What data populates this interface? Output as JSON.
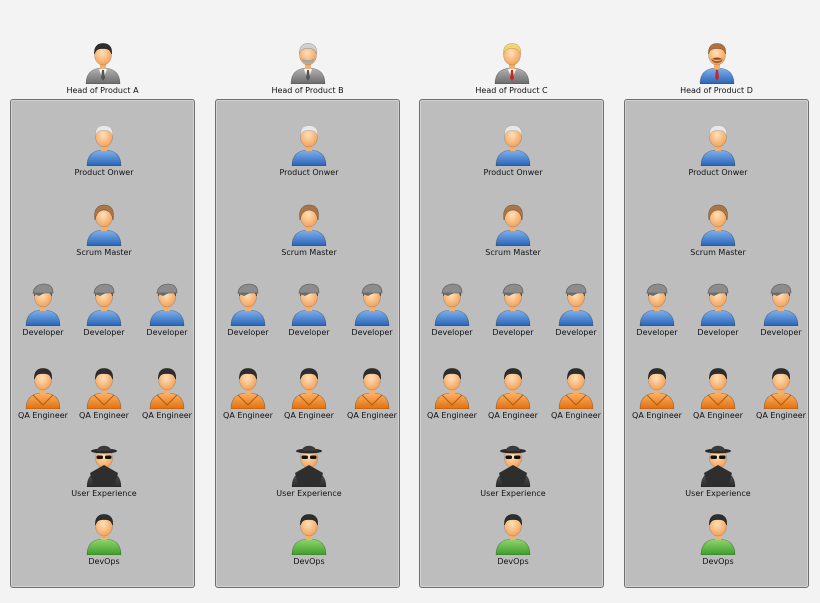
{
  "icons": {
    "head_a": "manager-black-hair-icon",
    "head_b": "manager-gray-beard-icon",
    "head_c": "manager-blond-icon",
    "head_d": "manager-mustache-icon",
    "product_owner": "white-haired-person-icon",
    "scrum_master": "brown-haired-person-icon",
    "developer": "cap-person-icon",
    "qa_engineer": "orange-hoodie-person-icon",
    "user_experience": "spy-hat-sunglasses-icon",
    "devops": "green-shirt-person-icon"
  },
  "colors": {
    "background": "#f3f3f3",
    "panel": "#bdbdbd",
    "blue_shirt": "#3d7fd0",
    "orange_hoodie": "#f2801d",
    "green_shirt": "#59b33f",
    "gray_suit": "#8a8a8a"
  },
  "teams": [
    {
      "head": "Head of Product A",
      "product_owner": "Product Onwer",
      "scrum_master": "Scrum Master",
      "developers": [
        "Developer",
        "Developer",
        "Developer"
      ],
      "qa": [
        "QA Engineer",
        "QA Engineer",
        "QA Engineer"
      ],
      "ux": "User Experience",
      "devops": "DevOps"
    },
    {
      "head": "Head of Product B",
      "product_owner": "Product Onwer",
      "scrum_master": "Scrum Master",
      "developers": [
        "Developer",
        "Developer",
        "Developer"
      ],
      "qa": [
        "QA Engineer",
        "QA Engineer",
        "QA Engineer"
      ],
      "ux": "User Experience",
      "devops": "DevOps"
    },
    {
      "head": "Head of Product C",
      "product_owner": "Product Onwer",
      "scrum_master": "Scrum Master",
      "developers": [
        "Developer",
        "Developer",
        "Developer"
      ],
      "qa": [
        "QA Engineer",
        "QA Engineer",
        "QA Engineer"
      ],
      "ux": "User Experience",
      "devops": "DevOps"
    },
    {
      "head": "Head of Product D",
      "product_owner": "Product Onwer",
      "scrum_master": "Scrum Master",
      "developers": [
        "Developer",
        "Developer",
        "Developer"
      ],
      "qa": [
        "QA Engineer",
        "QA Engineer",
        "QA Engineer"
      ],
      "ux": "User Experience",
      "devops": "DevOps"
    }
  ]
}
